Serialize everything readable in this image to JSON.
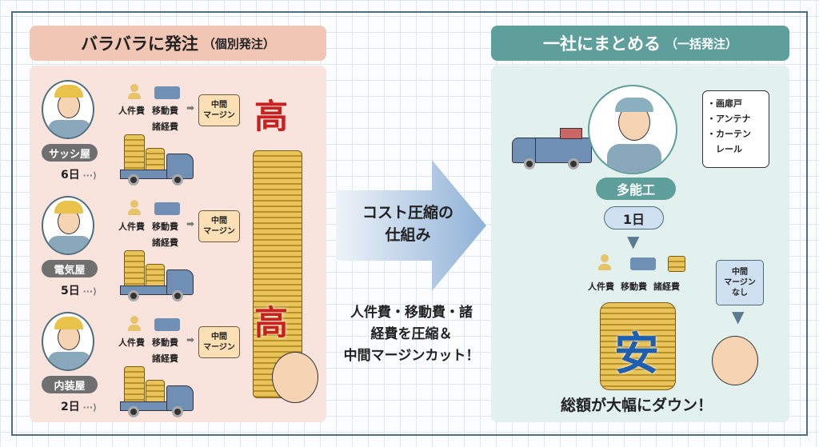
{
  "left": {
    "title": "バラバラに発注",
    "subtitle": "（個別発注）",
    "rows": [
      {
        "trade": "サッシ屋",
        "days": "6日"
      },
      {
        "trade": "電気屋",
        "days": "5日"
      },
      {
        "trade": "内装屋",
        "days": "2日"
      }
    ],
    "cost_labels": {
      "labor": "人件費",
      "travel": "移動費",
      "misc": "諸経費"
    },
    "margin_label": [
      "中間",
      "マージン"
    ],
    "high": "高"
  },
  "center": {
    "arrow_text": [
      "コスト圧縮の",
      "仕組み"
    ],
    "note": [
      "人件費・移動費・諸",
      "経費を圧縮＆",
      "中間マージンカット！"
    ]
  },
  "right": {
    "title": "一社にまとめる",
    "subtitle": "（一括発注）",
    "worker": "多能工",
    "bubble": [
      "・画扉戸",
      "・アンテナ",
      "・カーテン",
      "　レール"
    ],
    "days": "1日",
    "cost_labels": {
      "labor": "人件費",
      "travel": "移動費",
      "misc": "諸経費"
    },
    "no_margin": [
      "中間",
      "マージン",
      "なし"
    ],
    "cheap": "安",
    "result": "総額が大幅にダウン！"
  },
  "colors": {
    "high": "#c8201e",
    "cheap": "#1e5fb0",
    "arrow": "#a9c4e0"
  }
}
